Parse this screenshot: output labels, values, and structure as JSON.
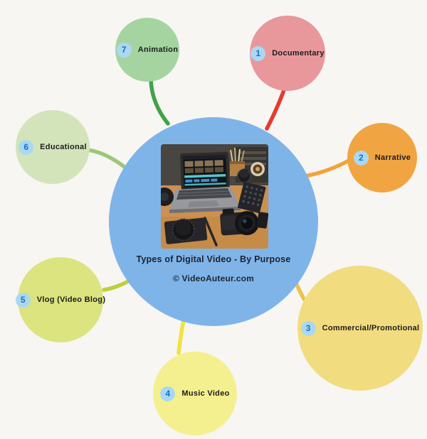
{
  "background_color": "#f7f6f3",
  "center": {
    "title": "Types of Digital Video - By Purpose",
    "copyright": "© VideoAuteur.com",
    "color": "#7fb4e9",
    "image_name": "video-editing-workspace-photo"
  },
  "badge_style": {
    "bg": "#aad8f2",
    "text": "#1a6fc4"
  },
  "nodes": [
    {
      "number": "1",
      "label": "Documentary",
      "color": "#e8989b",
      "connector_color": "#e63b2e"
    },
    {
      "number": "2",
      "label": "Narrative",
      "color": "#f0a542",
      "connector_color": "#f2a33c"
    },
    {
      "number": "3",
      "label": "Commercial/Promotional",
      "color": "#f2dc80",
      "connector_color": "#eec14a"
    },
    {
      "number": "4",
      "label": "Music Video",
      "color": "#f4f08f",
      "connector_color": "#f0e33e"
    },
    {
      "number": "5",
      "label": "Vlog (Video Blog)",
      "color": "#dbe47f",
      "connector_color": "#bfce3b"
    },
    {
      "number": "6",
      "label": "Educational",
      "color": "#d3e4bb",
      "connector_color": "#9cc878"
    },
    {
      "number": "7",
      "label": "Animation",
      "color": "#a5d4a1",
      "connector_color": "#41a347"
    }
  ]
}
